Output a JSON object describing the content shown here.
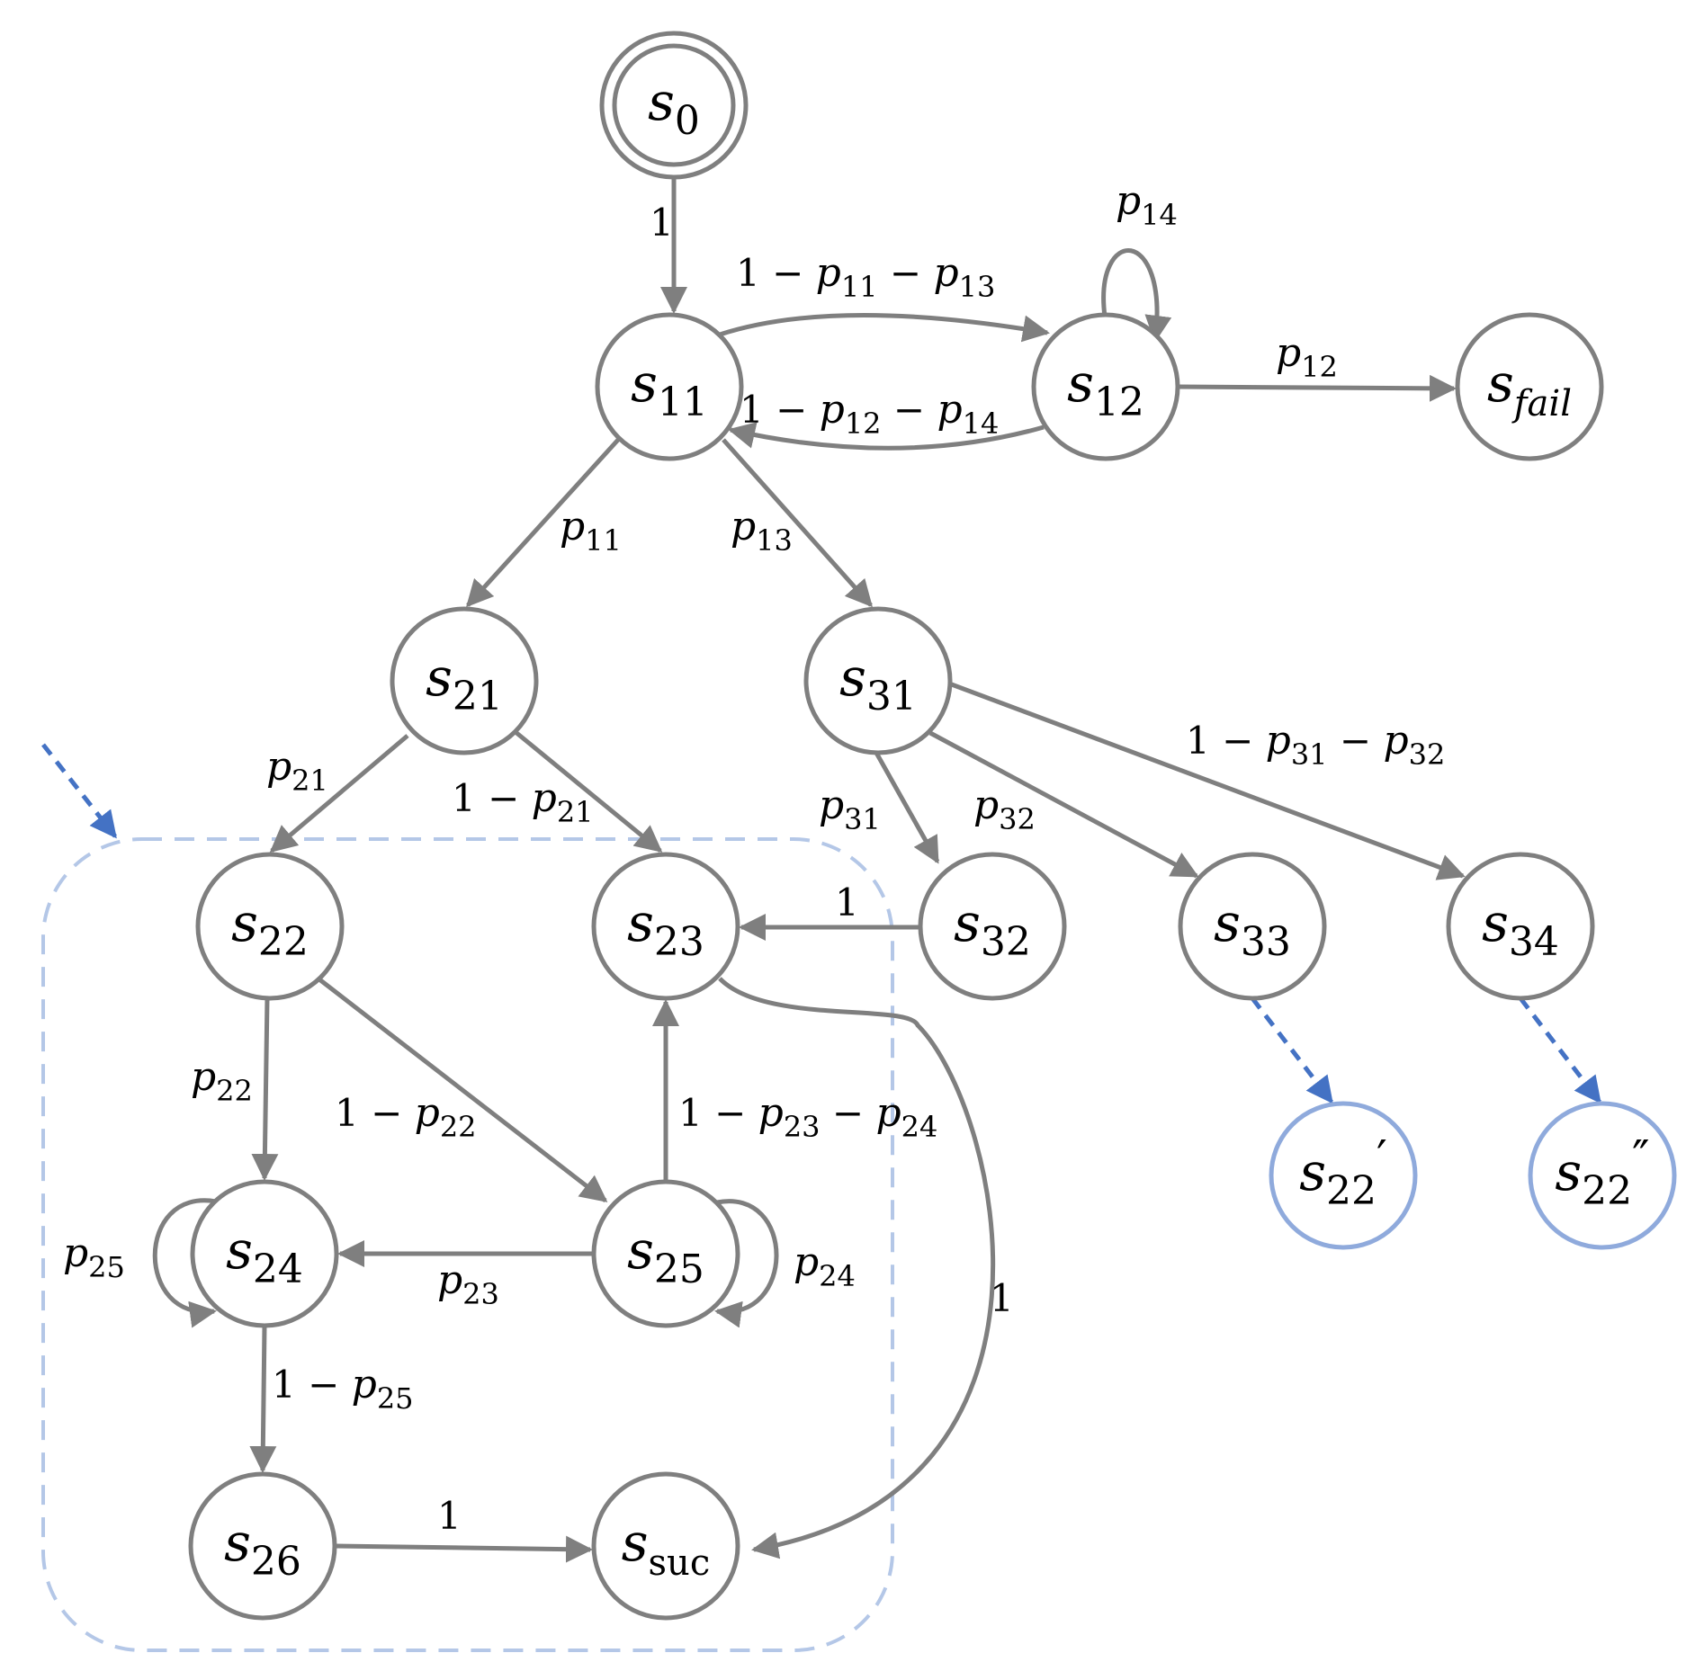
{
  "nodes": [
    {
      "id": "s0",
      "base": "s",
      "sub": "0",
      "sub_italic": false,
      "prime": "",
      "kind": "initial"
    },
    {
      "id": "s11",
      "base": "s",
      "sub": "11",
      "sub_italic": false,
      "prime": "",
      "kind": "state"
    },
    {
      "id": "s12",
      "base": "s",
      "sub": "12",
      "sub_italic": false,
      "prime": "",
      "kind": "state"
    },
    {
      "id": "sfail",
      "base": "s",
      "sub": "fail",
      "sub_italic": true,
      "prime": "",
      "kind": "state"
    },
    {
      "id": "s21",
      "base": "s",
      "sub": "21",
      "sub_italic": false,
      "prime": "",
      "kind": "state"
    },
    {
      "id": "s31",
      "base": "s",
      "sub": "31",
      "sub_italic": false,
      "prime": "",
      "kind": "state"
    },
    {
      "id": "s22",
      "base": "s",
      "sub": "22",
      "sub_italic": false,
      "prime": "",
      "kind": "state"
    },
    {
      "id": "s23",
      "base": "s",
      "sub": "23",
      "sub_italic": false,
      "prime": "",
      "kind": "state"
    },
    {
      "id": "s32",
      "base": "s",
      "sub": "32",
      "sub_italic": false,
      "prime": "",
      "kind": "state"
    },
    {
      "id": "s33",
      "base": "s",
      "sub": "33",
      "sub_italic": false,
      "prime": "",
      "kind": "state"
    },
    {
      "id": "s34",
      "base": "s",
      "sub": "34",
      "sub_italic": false,
      "prime": "",
      "kind": "state"
    },
    {
      "id": "s22p",
      "base": "s",
      "sub": "22",
      "sub_italic": false,
      "prime": "′",
      "kind": "copy"
    },
    {
      "id": "s22pp",
      "base": "s",
      "sub": "22",
      "sub_italic": false,
      "prime": "″",
      "kind": "copy"
    },
    {
      "id": "s24",
      "base": "s",
      "sub": "24",
      "sub_italic": false,
      "prime": "",
      "kind": "state"
    },
    {
      "id": "s25",
      "base": "s",
      "sub": "25",
      "sub_italic": false,
      "prime": "",
      "kind": "state"
    },
    {
      "id": "s26",
      "base": "s",
      "sub": "26",
      "sub_italic": false,
      "prime": "",
      "kind": "state"
    },
    {
      "id": "ssuc",
      "base": "s",
      "sub": "suc",
      "sub_italic": false,
      "prime": "",
      "kind": "state"
    }
  ],
  "edges": [
    {
      "from": "s0",
      "to": "s11",
      "label": {
        "pre": "1",
        "terms": []
      }
    },
    {
      "from": "s11",
      "to": "s12",
      "label": {
        "pre": "1",
        "terms": [
          "11",
          "13"
        ]
      }
    },
    {
      "from": "s12",
      "to": "s11",
      "label": {
        "pre": "1",
        "terms": [
          "12",
          "14"
        ]
      }
    },
    {
      "from": "s12",
      "to": "s12",
      "label": {
        "pre": "",
        "terms": [
          "14"
        ]
      }
    },
    {
      "from": "s12",
      "to": "sfail",
      "label": {
        "pre": "",
        "terms": [
          "12"
        ]
      }
    },
    {
      "from": "s11",
      "to": "s21",
      "label": {
        "pre": "",
        "terms": [
          "11"
        ]
      }
    },
    {
      "from": "s11",
      "to": "s31",
      "label": {
        "pre": "",
        "terms": [
          "13"
        ]
      }
    },
    {
      "from": "s21",
      "to": "s22",
      "label": {
        "pre": "",
        "terms": [
          "21"
        ]
      }
    },
    {
      "from": "s21",
      "to": "s23",
      "label": {
        "pre": "1",
        "terms": [
          "21"
        ]
      }
    },
    {
      "from": "s31",
      "to": "s32",
      "label": {
        "pre": "",
        "terms": [
          "31"
        ]
      }
    },
    {
      "from": "s31",
      "to": "s33",
      "label": {
        "pre": "",
        "terms": [
          "32"
        ]
      }
    },
    {
      "from": "s31",
      "to": "s34",
      "label": {
        "pre": "1",
        "terms": [
          "31",
          "32"
        ]
      }
    },
    {
      "from": "s32",
      "to": "s23",
      "label": {
        "pre": "1",
        "terms": []
      }
    },
    {
      "from": "s23",
      "to": "ssuc",
      "label": {
        "pre": "1",
        "terms": []
      }
    },
    {
      "from": "s22",
      "to": "s24",
      "label": {
        "pre": "",
        "terms": [
          "22"
        ]
      }
    },
    {
      "from": "s22",
      "to": "s25",
      "label": {
        "pre": "1",
        "terms": [
          "22"
        ]
      }
    },
    {
      "from": "s25",
      "to": "s23",
      "label": {
        "pre": "1",
        "terms": [
          "23",
          "24"
        ]
      }
    },
    {
      "from": "s25",
      "to": "s24",
      "label": {
        "pre": "",
        "terms": [
          "23"
        ]
      }
    },
    {
      "from": "s24",
      "to": "s24",
      "label": {
        "pre": "",
        "terms": [
          "25"
        ]
      }
    },
    {
      "from": "s25",
      "to": "s25",
      "label": {
        "pre": "",
        "terms": [
          "24"
        ]
      }
    },
    {
      "from": "s24",
      "to": "s26",
      "label": {
        "pre": "1",
        "terms": [
          "25"
        ]
      }
    },
    {
      "from": "s26",
      "to": "ssuc",
      "label": {
        "pre": "1",
        "terms": []
      }
    },
    {
      "from": "s33",
      "to": "s22p",
      "label": {
        "pre": "",
        "terms": []
      },
      "style": "dashed"
    },
    {
      "from": "s34",
      "to": "s22pp",
      "label": {
        "pre": "",
        "terms": []
      },
      "style": "dashed"
    }
  ],
  "colors": {
    "node_stroke": "#7f7f7f",
    "edge": "#7f7f7f",
    "copy_node_stroke": "#8faadc",
    "dashed_arrow": "#4472c4",
    "group_box": "#b4c7e7",
    "text": "#000000"
  }
}
